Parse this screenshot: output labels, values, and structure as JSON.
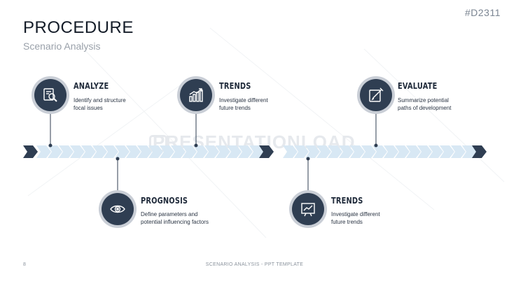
{
  "slide_id": "#D2311",
  "title": "PROCEDURE",
  "subtitle": "Scenario Analysis",
  "watermark": "PRESENTATIONLOAD",
  "steps": [
    {
      "title": "ANALYZE",
      "desc_line1": "Identify and structure",
      "desc_line2": "focal issues",
      "icon": "magnifier-document-icon"
    },
    {
      "title": "PROGNOSIS",
      "desc_line1": "Define parameters and",
      "desc_line2": "potential influencing factors",
      "icon": "eye-icon"
    },
    {
      "title": "TRENDS",
      "desc_line1": "Investigate different",
      "desc_line2": "future trends",
      "icon": "bar-chart-trend-icon"
    },
    {
      "title": "TRENDS",
      "desc_line1": "Investigate different",
      "desc_line2": "future trends",
      "icon": "line-chart-board-icon"
    },
    {
      "title": "EVALUATE",
      "desc_line1": "Summarize potential",
      "desc_line2": "paths of development",
      "icon": "pencil-note-icon"
    }
  ],
  "footer": {
    "page_number": "8",
    "text": "SCENARIO ANALYSIS - PPT  TEMPLATE"
  },
  "colors": {
    "node_dark": "#2f3e52",
    "node_ring": "#c9ced6",
    "arrow_light": "#d8e8f4",
    "arrow_dark": "#2f3e52"
  }
}
